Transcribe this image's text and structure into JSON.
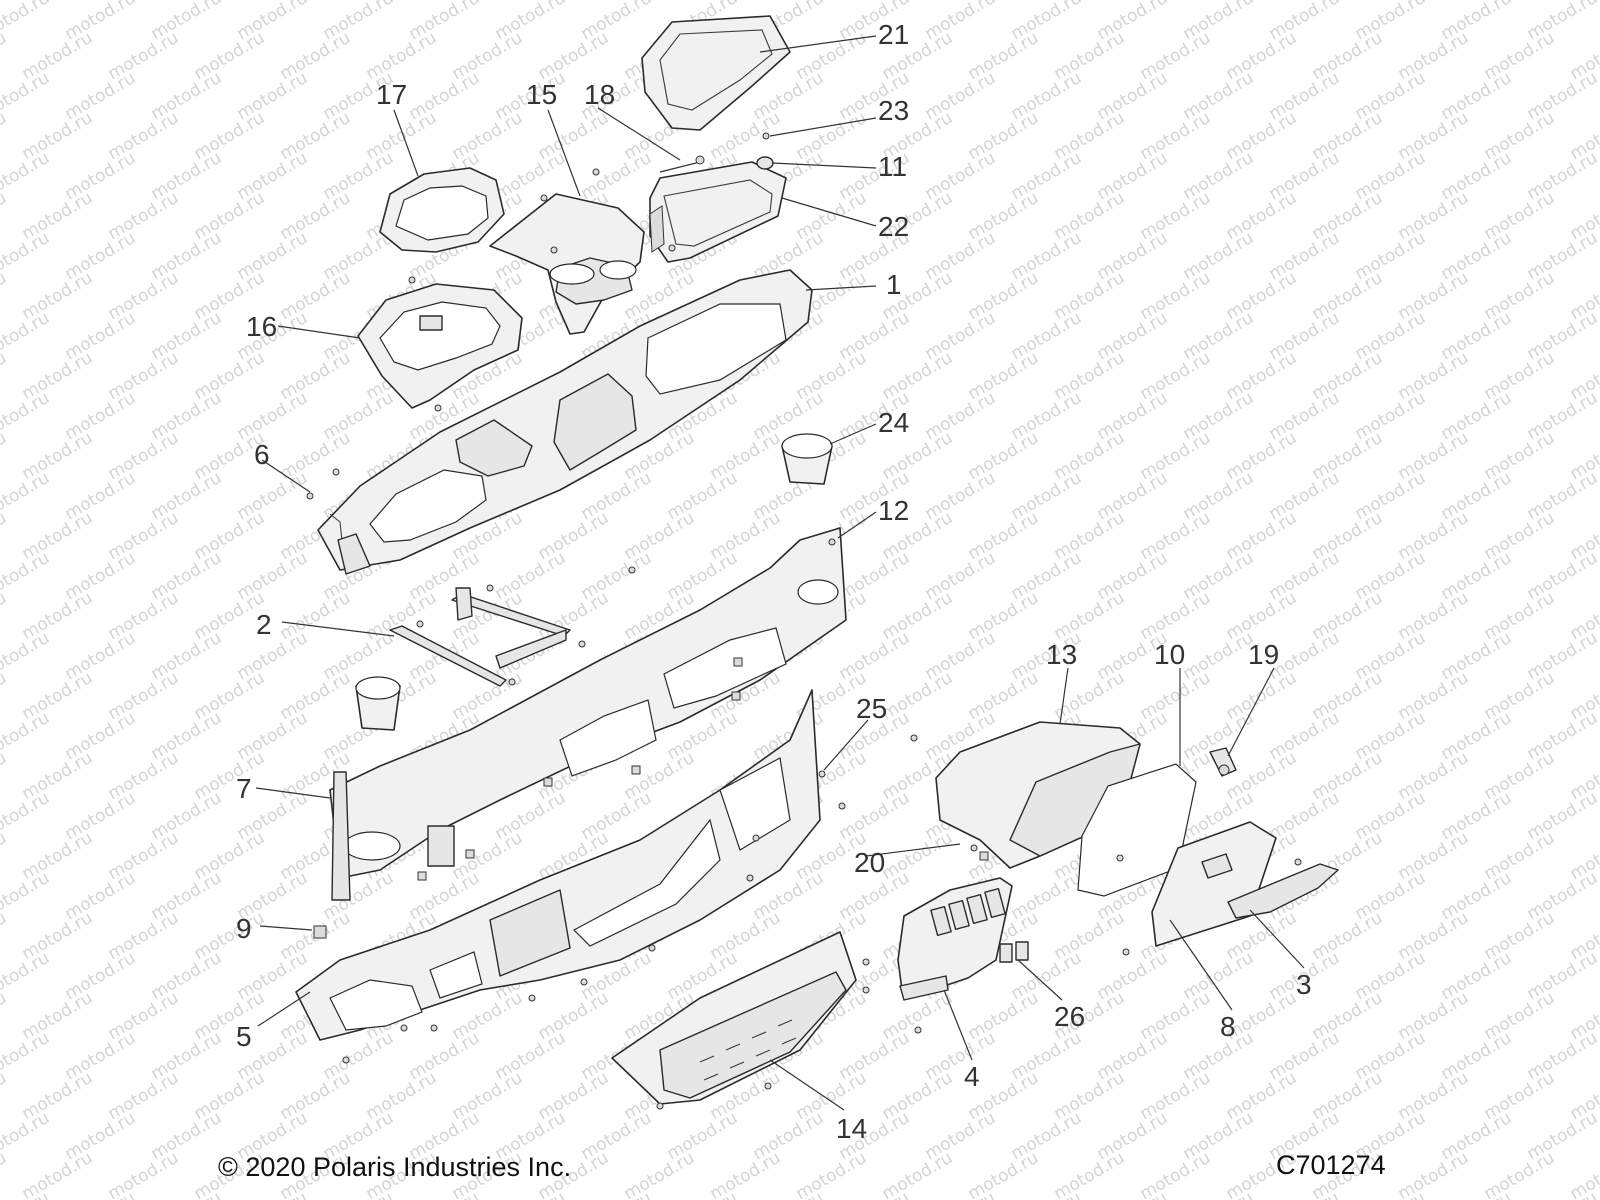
{
  "diagram": {
    "watermark_text": "motod.ru",
    "callouts": [
      "1",
      "2",
      "3",
      "4",
      "5",
      "6",
      "7",
      "8",
      "9",
      "10",
      "11",
      "12",
      "13",
      "14",
      "15",
      "16",
      "17",
      "18",
      "19",
      "20",
      "21",
      "22",
      "23",
      "24",
      "25",
      "26"
    ]
  },
  "footer": {
    "copyright": "© 2020 Polaris Industries Inc.",
    "drawing_number": "C701274"
  }
}
